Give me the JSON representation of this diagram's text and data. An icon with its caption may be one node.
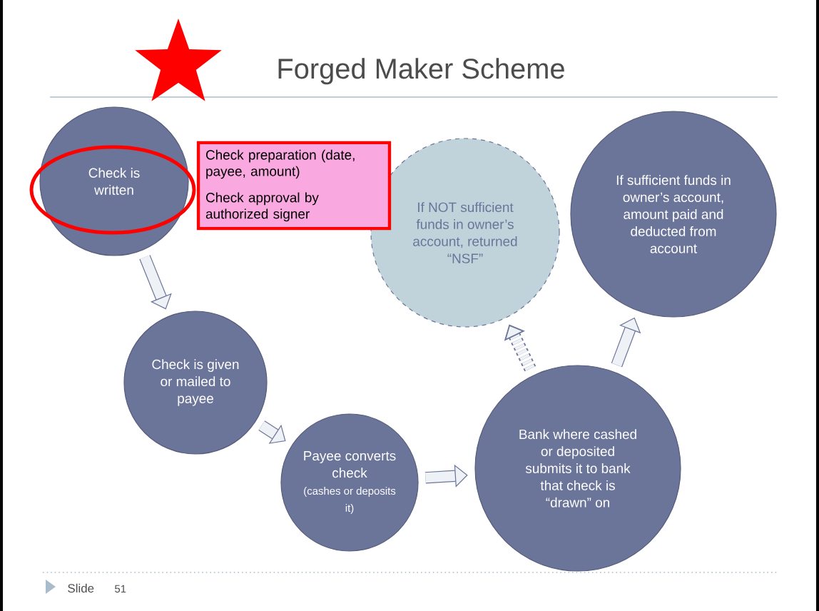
{
  "diagram": {
    "title": "Forged Maker Scheme",
    "nodes": [
      {
        "text": [
          "Check is written"
        ]
      },
      {
        "text": [
          "Check is given or mailed to payee"
        ]
      },
      {
        "text": [
          "Payee converts check",
          "(cashes or deposits it)"
        ]
      },
      {
        "text": [
          "Bank where cashed or deposited submits it to bank that check is “drawn” on"
        ]
      },
      {
        "text": [
          "If sufficient funds in owner’s account, amount paid and deducted from account"
        ]
      },
      {
        "text": [
          "If NOT sufficient funds in owner’s account, returned “NSF”"
        ]
      },
      {
        "text": [
          "Check preparation (date, payee, amount)",
          "Check approval by authorized signer"
        ]
      }
    ],
    "edges": [
      {
        "from": 0,
        "to": 1,
        "arrow": "to"
      },
      {
        "from": 1,
        "to": 2,
        "arrow": "to"
      },
      {
        "from": 2,
        "to": 3,
        "arrow": "to"
      },
      {
        "from": 3,
        "to": 4,
        "arrow": "to"
      },
      {
        "from": 3,
        "to": 5,
        "arrow": "to",
        "style": "dashed"
      }
    ],
    "labels": [
      "Slide",
      "51"
    ]
  }
}
